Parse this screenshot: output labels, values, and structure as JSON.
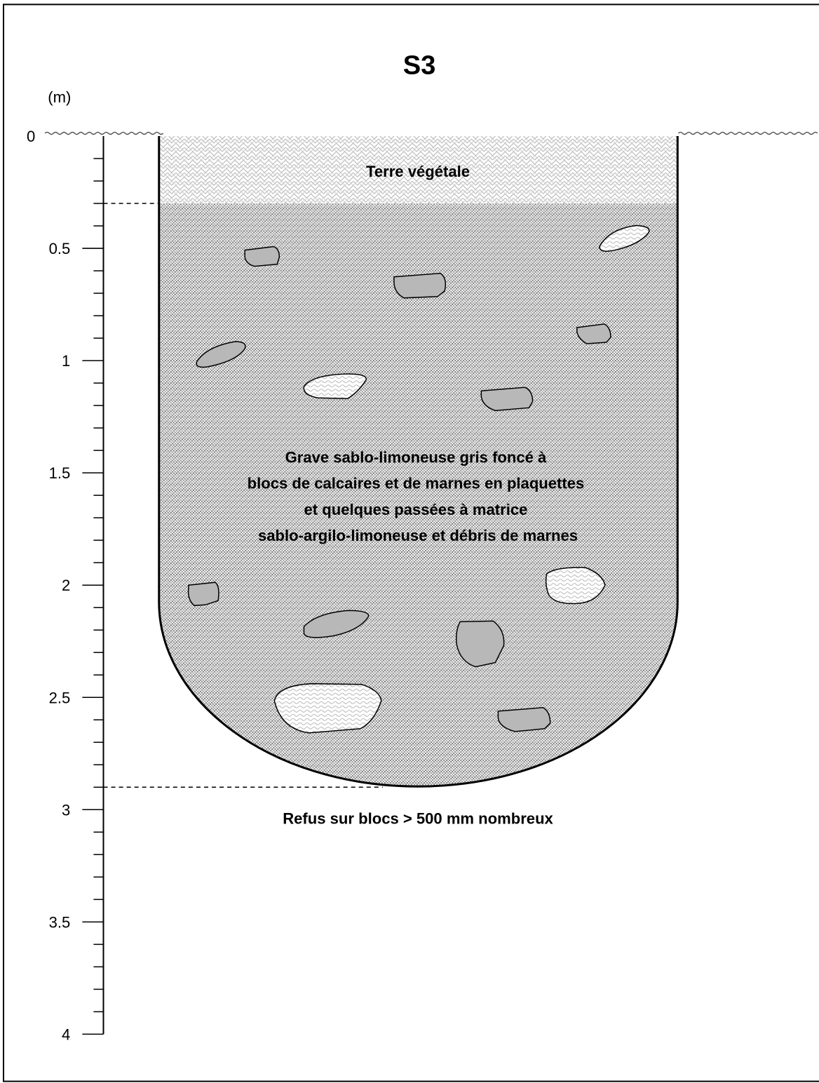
{
  "title": "S3",
  "depth_unit": "(m)",
  "depth_axis": {
    "min": 0,
    "max": 4,
    "major_step": 0.5,
    "minor_step": 0.1,
    "labels": [
      "0",
      "0.5",
      "1",
      "1.5",
      "2",
      "2.5",
      "3",
      "3.5",
      "4"
    ]
  },
  "layers": [
    {
      "top": 0,
      "bottom": 0.3,
      "label_lines": [
        "Terre végétale"
      ],
      "pattern": "topsoil-hatch"
    },
    {
      "top": 0.3,
      "bottom": 2.9,
      "label_lines": [
        "Grave sablo-limoneuse gris foncé à",
        "blocs de calcaires et de marnes en plaquettes",
        "et quelques passées à matrice",
        "sablo-argilo-limoneuse et débris de marnes"
      ],
      "pattern": "gravel-stipple"
    }
  ],
  "refusal": {
    "depth": 2.9,
    "label": "Refus sur blocs > 500 mm nombreux"
  },
  "block_styles": {
    "limestone_fill": "#b8b8b8",
    "marl_fill": "#f2f2f2"
  }
}
